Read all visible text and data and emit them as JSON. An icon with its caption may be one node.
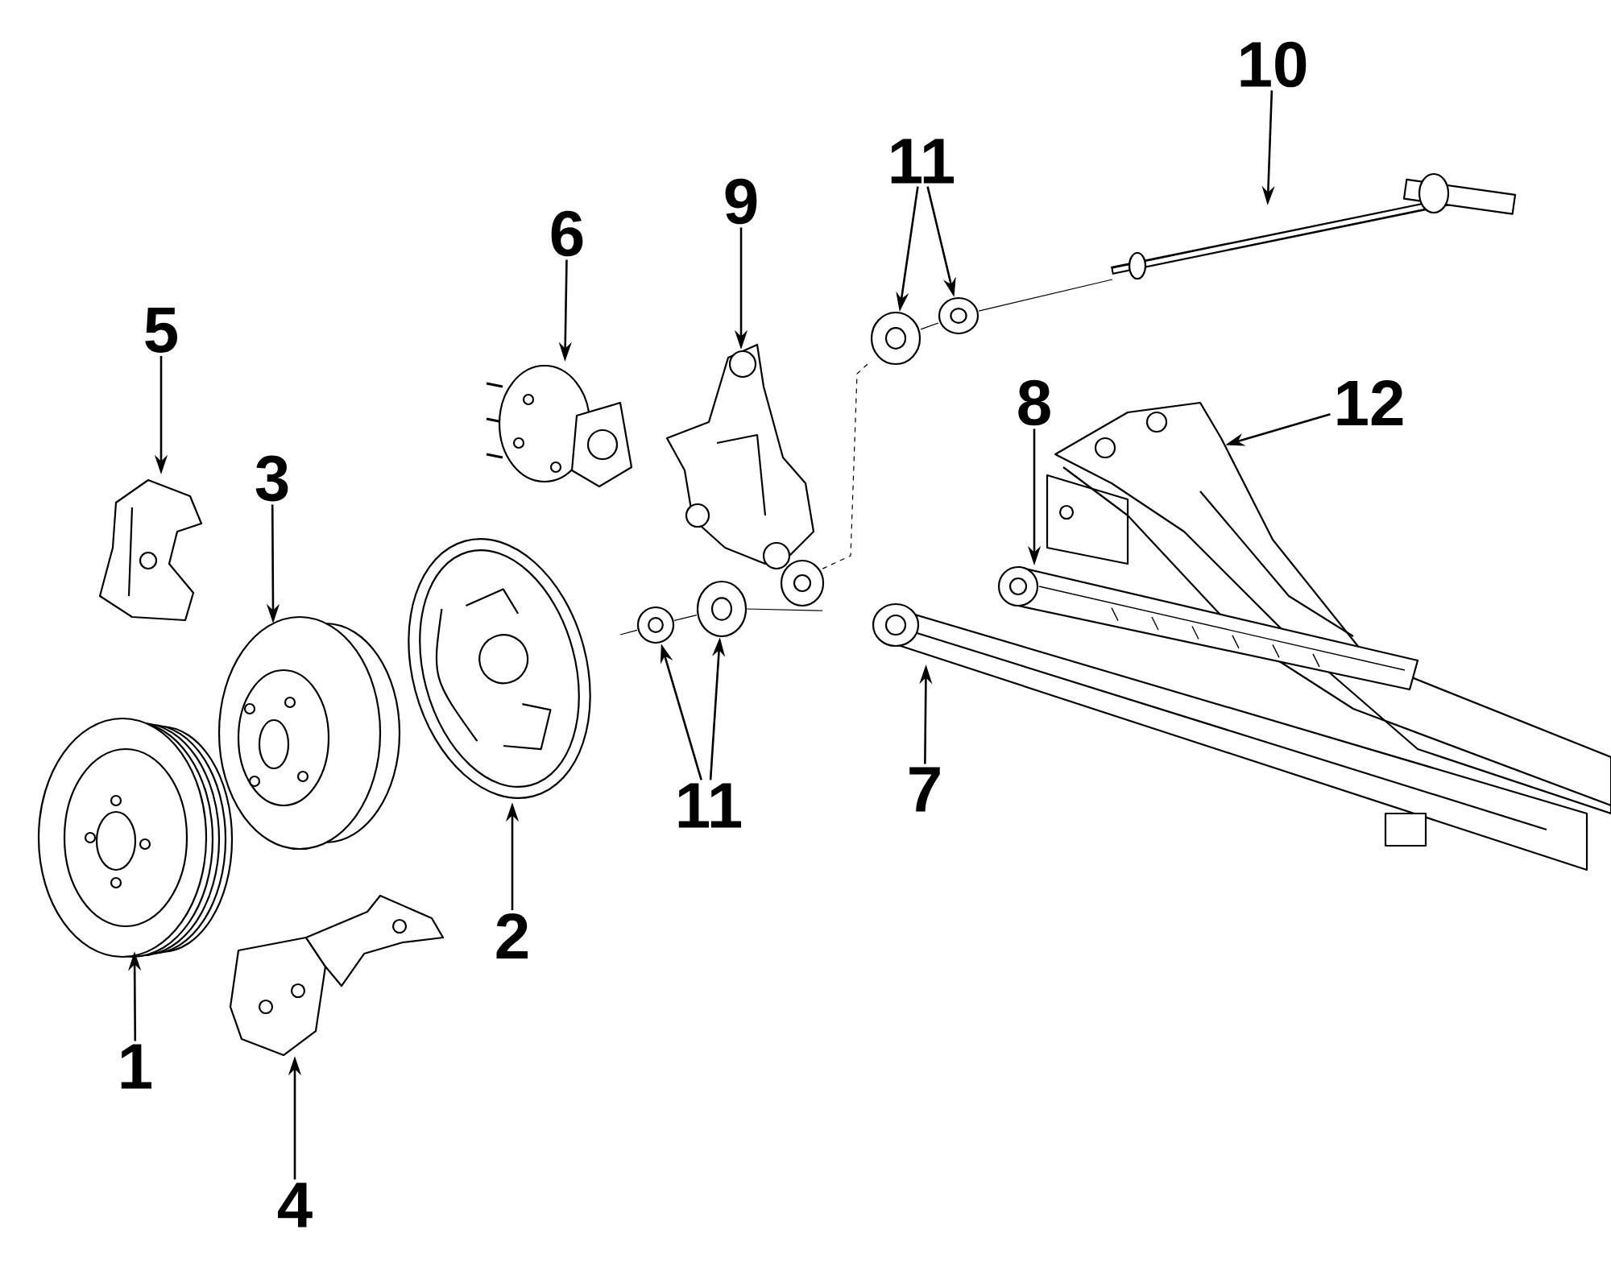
{
  "diagram": {
    "nodes": [
      {
        "text": [
          "1"
        ]
      },
      {
        "text": [],
        "shape": "picture"
      },
      {
        "text": [
          "2"
        ]
      },
      {
        "text": [],
        "shape": "picture"
      },
      {
        "text": [
          "3"
        ]
      },
      {
        "text": [],
        "shape": "picture"
      },
      {
        "text": [
          "4"
        ]
      },
      {
        "text": [],
        "shape": "picture"
      },
      {
        "text": [
          "5"
        ]
      },
      {
        "text": [],
        "shape": "picture"
      },
      {
        "text": [
          "6"
        ]
      },
      {
        "text": [],
        "shape": "picture"
      },
      {
        "text": [
          "7"
        ]
      },
      {
        "text": [],
        "shape": "picture"
      },
      {
        "text": [
          "8"
        ]
      },
      {
        "text": [],
        "shape": "picture"
      },
      {
        "text": [
          "9"
        ]
      },
      {
        "text": [],
        "shape": "picture"
      },
      {
        "text": [
          "10"
        ]
      },
      {
        "text": [],
        "shape": "picture"
      },
      {
        "text": [
          "11"
        ]
      },
      {
        "text": [],
        "shape": "picture"
      },
      {
        "text": [],
        "shape": "picture"
      },
      {
        "text": [
          "11"
        ]
      },
      {
        "text": [],
        "shape": "picture"
      },
      {
        "text": [],
        "shape": "picture"
      },
      {
        "text": [
          "12"
        ]
      },
      {
        "text": [],
        "shape": "picture"
      }
    ],
    "edges": [
      {
        "from": 0,
        "to": 1,
        "arrow": "to"
      },
      {
        "from": 2,
        "to": 3,
        "arrow": "to"
      },
      {
        "from": 4,
        "to": 5,
        "arrow": "to"
      },
      {
        "from": 6,
        "to": 7,
        "arrow": "to"
      },
      {
        "from": 8,
        "to": 9,
        "arrow": "to"
      },
      {
        "from": 10,
        "to": 11,
        "arrow": "to"
      },
      {
        "from": 12,
        "to": 13,
        "arrow": "to"
      },
      {
        "from": 14,
        "to": 15,
        "arrow": "to"
      },
      {
        "from": 16,
        "to": 17,
        "arrow": "to"
      },
      {
        "from": 18,
        "to": 19,
        "arrow": "to"
      },
      {
        "from": 20,
        "to": 21,
        "arrow": "to"
      },
      {
        "from": 20,
        "to": 22,
        "arrow": "to"
      },
      {
        "from": 23,
        "to": 24,
        "arrow": "to"
      },
      {
        "from": 23,
        "to": 25,
        "arrow": "to"
      },
      {
        "from": 26,
        "to": 27,
        "arrow": "to"
      },
      {
        "from": null,
        "to": 24,
        "arrow": "none"
      },
      {
        "from": 24,
        "to": 25,
        "arrow": "none"
      },
      {
        "from": 25,
        "to": 17,
        "arrow": "none"
      },
      {
        "from": 17,
        "to": 21,
        "arrow": "none",
        "style": "dashed"
      },
      {
        "from": 21,
        "to": 22,
        "arrow": "none"
      },
      {
        "from": 22,
        "to": 19,
        "arrow": "none"
      }
    ]
  }
}
